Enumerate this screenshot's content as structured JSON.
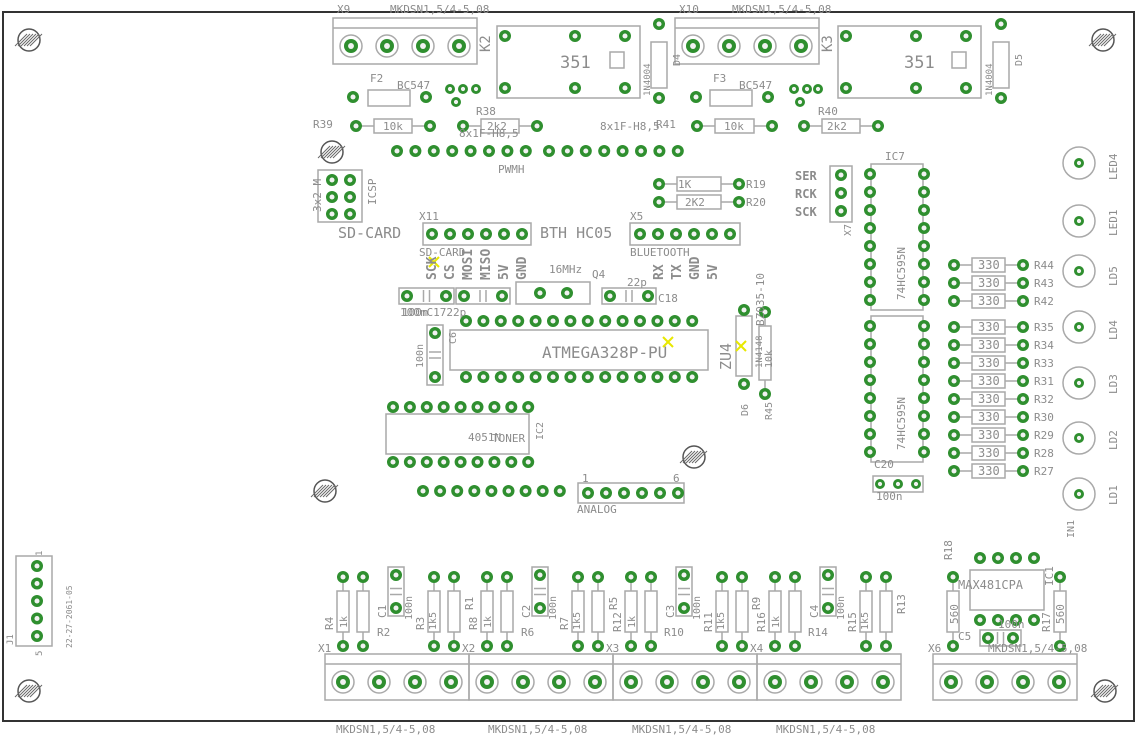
{
  "colors": {
    "background": "#ffffff",
    "outline": "#333333",
    "silk": "#a9a9a9",
    "pad_fill": "#2f8f2f",
    "pad_hole": "#f2f2f2",
    "text": "#8c8c8c",
    "marker": "#e8e800"
  },
  "labels": {
    "X9": "X9",
    "X9_type": "MKDSN1,5/4-5,08",
    "X10": "X10",
    "X10_type": "MKDSN1,5/4-5,08",
    "K2": "K2",
    "K3": "K3",
    "relay_351_a": "351",
    "relay_351_b": "351",
    "D4": "D4",
    "D5": "D5",
    "diode_a": "1N4004",
    "diode_b": "1N4004",
    "F2": "F2",
    "F3": "F3",
    "BC547_a": "BC547",
    "BC547_b": "BC547",
    "R38": "R38",
    "R38_val": "2k2",
    "R39": "R39",
    "R39_val": "10k",
    "R40": "R40",
    "R40_val": "2k2",
    "R41": "R41",
    "R41_val": "10k",
    "hdr_8x1F_a": "8x1F-H8,5",
    "hdr_8x1F_b": "8x1F-H8,5",
    "PWMH": "PWMH",
    "ICSP": "ICSP",
    "icsp_type": "3x2 M",
    "SD_CARD": "SD-CARD",
    "X11": "X11",
    "sd_card_small": "SD-CARD",
    "BTH_HC05": "BTH HC05",
    "X5": "X5",
    "BLUETOOTH": "BLUETOOTH",
    "pin_SCK": "SCK",
    "pin_CS": "CS",
    "pin_MOSI": "MOSI",
    "pin_MISO": "MISO",
    "pin_5V_a": "5V",
    "pin_GND_a": "GND",
    "pin_RX": "RX",
    "pin_TX": "TX",
    "pin_GND_b": "GND",
    "pin_5V_b": "5V",
    "R19": "R19",
    "R19_val": "1K",
    "R20": "R20",
    "R20_val": "2K2",
    "SER": "SER",
    "RCK": "RCK",
    "SCK": "SCK",
    "X7": "X7",
    "IC7": "IC7",
    "ic_74HC595N_a": "74HC595N",
    "ic_74HC595N_b": "74HC595N",
    "crystal": "16MHz",
    "Q4": "Q4",
    "C_22p": "22p",
    "C18": "C18",
    "C17_label": "100nC1722p",
    "C_100n_a": "100n",
    "ATMEGA": "ATMEGA328P-PU",
    "C_side": "100n",
    "C_side_name": "C6",
    "ZU4": "ZU4",
    "diode_d6": "1N4148",
    "D6": "D6",
    "BZ035": "BZ035-10",
    "R45": "R45",
    "R45_val": "10k",
    "ic_4051": "4051N",
    "IC2": "IC2",
    "TONER": "TONER",
    "ANALOG": "ANALOG",
    "analog_1": "1",
    "analog_6": "6",
    "R_330": "330",
    "R44": "R44",
    "R43": "R43",
    "R42": "R42",
    "R35": "R35",
    "R34": "R34",
    "R33": "R33",
    "R31": "R31",
    "R32": "R32",
    "R30": "R30",
    "R29": "R29",
    "R28": "R28",
    "R27": "R27",
    "LED4": "LED4",
    "LED1": "LED1",
    "LD5": "LD5",
    "LD4": "LD4",
    "LD3": "LD3",
    "LD2": "LD2",
    "LD1": "LD1",
    "IN1": "IN1",
    "C20": "C20",
    "C20_val": "100n",
    "J1": "J1",
    "J1_date": "22-27-2061-05",
    "J1_pin": "1",
    "J1_pin5": "5",
    "X1": "X1",
    "X2": "X2",
    "X3": "X3",
    "X4": "X4",
    "X6": "X6",
    "mk_1": "MKDSN1,5/4-5,08",
    "mk_2": "MKDSN1,5/4-5,08",
    "mk_3": "MKDSN1,5/4-5,08",
    "mk_4": "MKDSN1,5/4-5,08",
    "mk_6": "MKDSN1,5/4-5,08",
    "R4": "R4",
    "R2": "R2",
    "R3": "R3",
    "R1": "R1",
    "R8": "R8",
    "R6": "R6",
    "R7": "R7",
    "R5": "R5",
    "R12": "R12",
    "R10": "R10",
    "R11": "R11",
    "R9": "R9",
    "R16": "R16",
    "R14": "R14",
    "R15": "R15",
    "R13": "R13",
    "C1": "C1",
    "C2": "C2",
    "C3": "C3",
    "C4": "C4",
    "v_1k": "1k",
    "v_1k5": "1k5",
    "v_100n": "100n",
    "R18": "R18",
    "R17": "R17",
    "v_560": "560",
    "MAX481": "MAX481CPA",
    "IC1": "IC1",
    "C5": "C5",
    "C5_val": "100n"
  }
}
